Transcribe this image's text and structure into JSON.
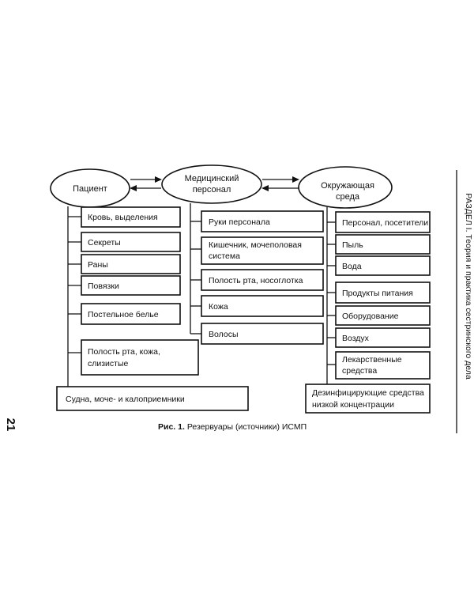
{
  "page_number": "21",
  "running_header": "РАЗДЕЛ I. Теория и практика сестринского дела",
  "caption": {
    "prefix": "Рис. 1.",
    "text": "Резервуары (источники) ИСМП"
  },
  "nodes": {
    "patient": "Пациент",
    "staff": [
      "Медицинский",
      "персонал"
    ],
    "environment": [
      "Окружающая",
      "среда"
    ]
  },
  "patient_sources": [
    [
      "Кровь, выделения"
    ],
    [
      "Секреты"
    ],
    [
      "Раны"
    ],
    [
      "Повязки"
    ],
    [
      "Постельное белье"
    ],
    [
      "Полость рта, кожа,",
      "слизистые"
    ],
    [
      "Судна, моче- и калоприемники"
    ]
  ],
  "staff_sources": [
    [
      "Руки персонала"
    ],
    [
      "Кишечник, мочеполовая",
      "система"
    ],
    [
      "Полость рта, носоглотка"
    ],
    [
      "Кожа"
    ],
    [
      "Волосы"
    ]
  ],
  "environment_sources": [
    [
      "Персонал, посетители"
    ],
    [
      "Пыль"
    ],
    [
      "Вода"
    ],
    [
      "Продукты питания"
    ],
    [
      "Оборудование"
    ],
    [
      "Воздух"
    ],
    [
      "Лекарственные",
      "средства"
    ],
    [
      "Дезинфицирующие средства",
      "низкой концентрации"
    ]
  ]
}
